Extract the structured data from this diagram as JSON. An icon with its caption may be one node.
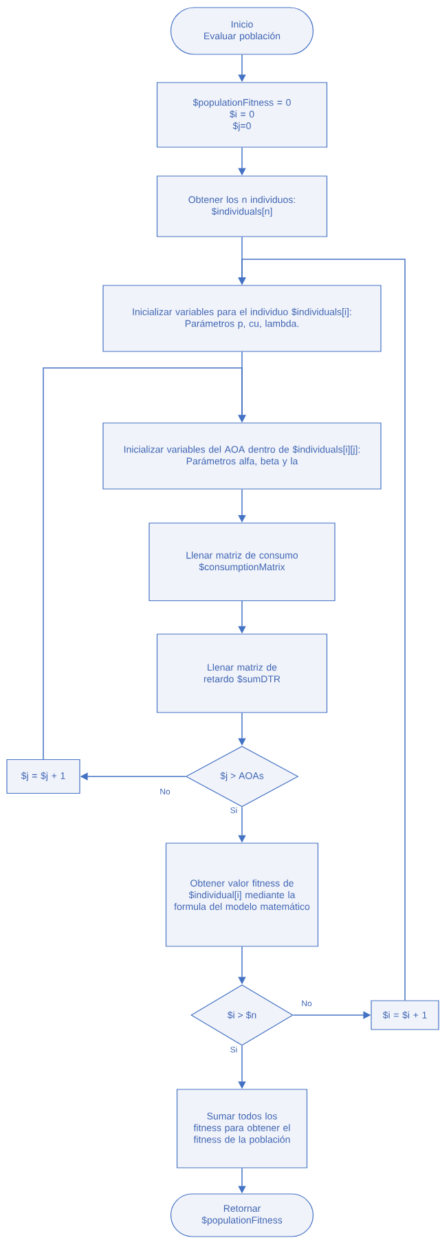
{
  "diagram": {
    "nodes": [
      {
        "text": [
          "Inicio",
          "Evaluar población"
        ]
      },
      {
        "text": [
          "$populationFitness = 0",
          "$i = 0",
          "$j=0"
        ]
      },
      {
        "text": [
          "Obtener los n individuos: $individuals[n]"
        ]
      },
      {
        "text": [
          "Inicializar variables para el individuo $individuals[i]:",
          "Parámetros p, cu, lambda."
        ]
      },
      {
        "text": [
          "Inicializar variables del AOA dentro de $individuals[i][j]:",
          "Parámetros alfa, beta y la"
        ]
      },
      {
        "text": [
          "Llenar matriz de consumo $consumptionMatrix"
        ]
      },
      {
        "text": [
          "Llenar matriz de retardo $sumDTR"
        ]
      },
      {
        "text": [
          "$j > AOAs"
        ]
      },
      {
        "text": [
          "$j = $j + 1"
        ]
      },
      {
        "text": [
          "Obtener valor fitness de $individual[i] mediante la formula del modelo matemático"
        ]
      },
      {
        "text": [
          "$i > $n"
        ]
      },
      {
        "text": [
          "$i = $i + 1"
        ]
      },
      {
        "text": [
          "Sumar todos los fitness para obtener el fitness de la población"
        ]
      },
      {
        "text": [
          "Retornar $populationFitness"
        ]
      }
    ],
    "edges": [
      {
        "from": 0,
        "to": 1,
        "arrow": "to"
      },
      {
        "from": 1,
        "to": 2,
        "arrow": "to"
      },
      {
        "from": 2,
        "to": 3,
        "arrow": "to"
      },
      {
        "from": 3,
        "to": 4,
        "arrow": "to"
      },
      {
        "from": 4,
        "to": 5,
        "arrow": "to"
      },
      {
        "from": 5,
        "to": 6,
        "arrow": "to"
      },
      {
        "from": 6,
        "to": 7,
        "arrow": "to"
      },
      {
        "from": 7,
        "to": 8,
        "arrow": "to",
        "label": "No"
      },
      {
        "from": 8,
        "to": 4,
        "arrow": "to"
      },
      {
        "from": 7,
        "to": 9,
        "arrow": "to",
        "label": "Si"
      },
      {
        "from": 9,
        "to": 10,
        "arrow": "to"
      },
      {
        "from": 10,
        "to": 11,
        "arrow": "to",
        "label": "No"
      },
      {
        "from": 11,
        "to": 3,
        "arrow": "to"
      },
      {
        "from": 10,
        "to": 12,
        "arrow": "to",
        "label": "Si"
      },
      {
        "from": 12,
        "to": 13,
        "arrow": "to"
      }
    ]
  }
}
